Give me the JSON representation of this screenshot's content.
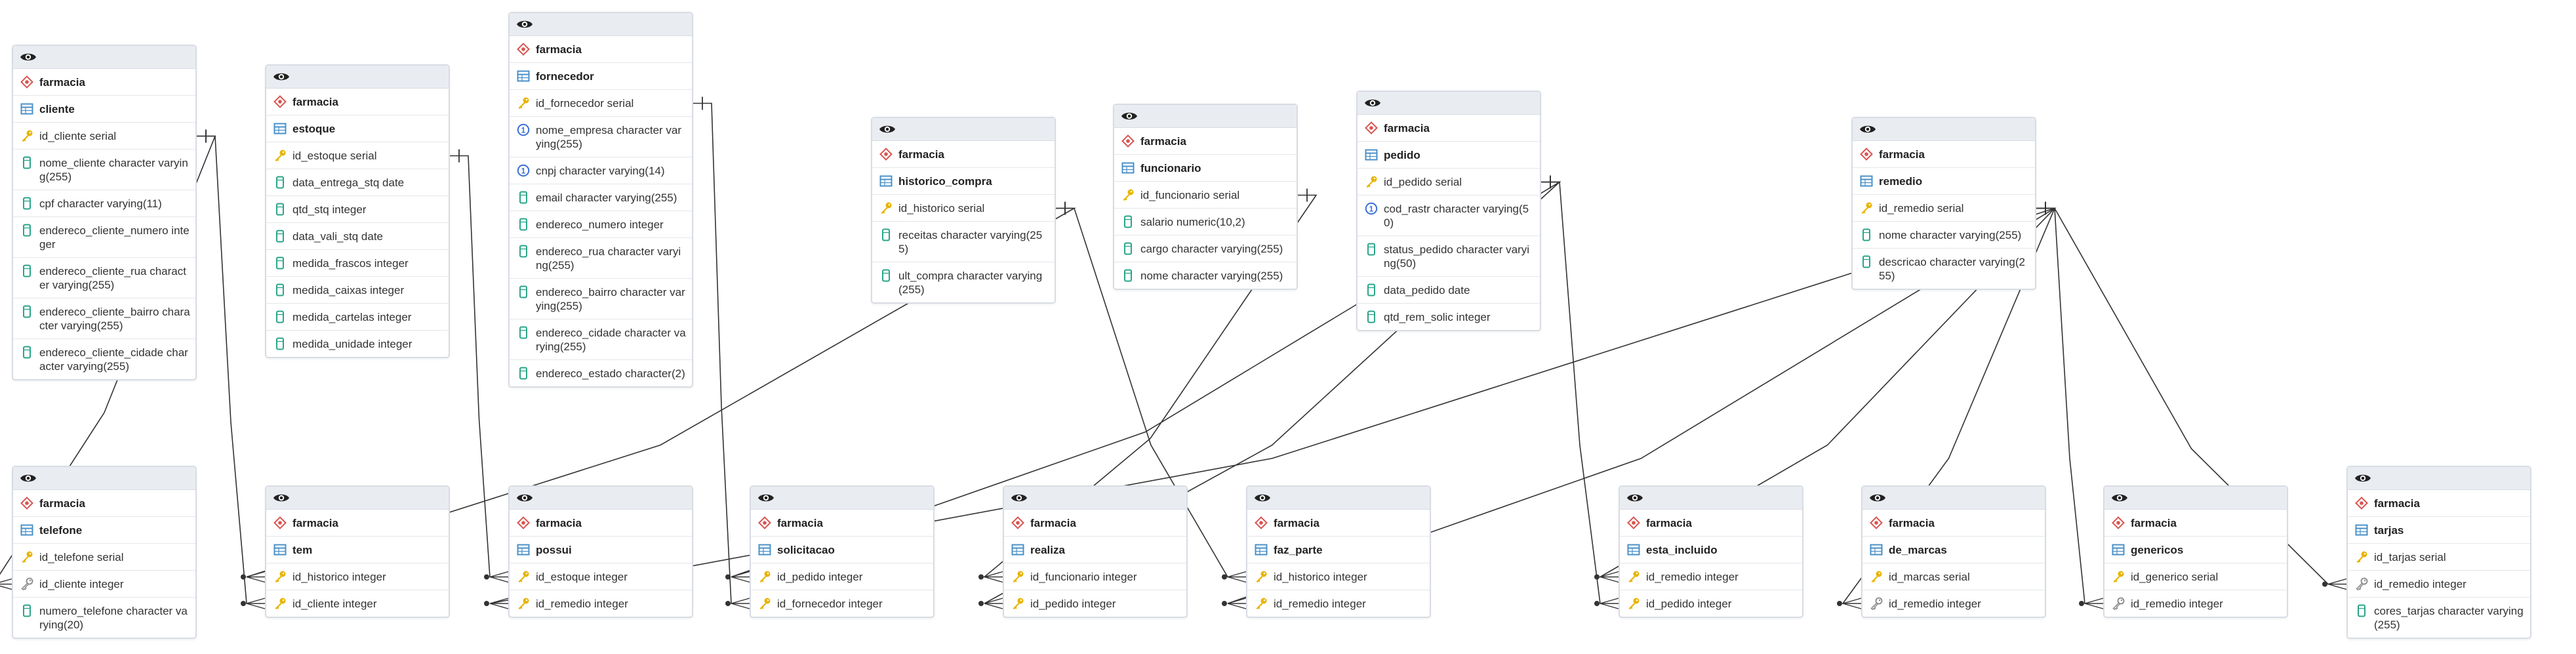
{
  "colors": {
    "schema_icon": "#d9534f",
    "table_icon": "#4a90c8",
    "pk_key": "#e8b400",
    "fk_key": "#888888",
    "column": "#2aa58a",
    "unique": "#3a6fd8",
    "edge": "#333333",
    "header_bg": "#e9ecf1"
  },
  "tables": [
    {
      "id": "cliente",
      "schema": "farmacia",
      "name": "cliente",
      "columns": [
        {
          "icon": "pk-key",
          "text": "id_cliente serial"
        },
        {
          "icon": "column",
          "text": "nome_cliente character varying(255)"
        },
        {
          "icon": "column",
          "text": "cpf character varying(11)"
        },
        {
          "icon": "column",
          "text": "endereco_cliente_numero integer"
        },
        {
          "icon": "column",
          "text": "endereco_cliente_rua character varying(255)"
        },
        {
          "icon": "column",
          "text": "endereco_cliente_bairro character varying(255)"
        },
        {
          "icon": "column",
          "text": "endereco_cliente_cidade character varying(255)"
        }
      ]
    },
    {
      "id": "estoque",
      "schema": "farmacia",
      "name": "estoque",
      "columns": [
        {
          "icon": "pk-key",
          "text": "id_estoque serial"
        },
        {
          "icon": "column",
          "text": "data_entrega_stq date"
        },
        {
          "icon": "column",
          "text": "qtd_stq integer"
        },
        {
          "icon": "column",
          "text": "data_vali_stq date"
        },
        {
          "icon": "column",
          "text": "medida_frascos integer"
        },
        {
          "icon": "column",
          "text": "medida_caixas integer"
        },
        {
          "icon": "column",
          "text": "medida_cartelas integer"
        },
        {
          "icon": "column",
          "text": "medida_unidade integer"
        }
      ]
    },
    {
      "id": "fornecedor",
      "schema": "farmacia",
      "name": "fornecedor",
      "columns": [
        {
          "icon": "pk-key",
          "text": "id_fornecedor serial"
        },
        {
          "icon": "unique",
          "text": "nome_empresa character varying(255)"
        },
        {
          "icon": "unique",
          "text": "cnpj character varying(14)"
        },
        {
          "icon": "column",
          "text": "email character varying(255)"
        },
        {
          "icon": "column",
          "text": "endereco_numero integer"
        },
        {
          "icon": "column",
          "text": "endereco_rua character varying(255)"
        },
        {
          "icon": "column",
          "text": "endereco_bairro character varying(255)"
        },
        {
          "icon": "column",
          "text": "endereco_cidade character varying(255)"
        },
        {
          "icon": "column",
          "text": "endereco_estado character(2)"
        }
      ]
    },
    {
      "id": "historico_compra",
      "schema": "farmacia",
      "name": "historico_compra",
      "columns": [
        {
          "icon": "pk-key",
          "text": "id_historico serial"
        },
        {
          "icon": "column",
          "text": "receitas character varying(255)"
        },
        {
          "icon": "column",
          "text": "ult_compra character varying(255)"
        }
      ]
    },
    {
      "id": "funcionario",
      "schema": "farmacia",
      "name": "funcionario",
      "columns": [
        {
          "icon": "pk-key",
          "text": "id_funcionario serial"
        },
        {
          "icon": "column",
          "text": "salario numeric(10,2)"
        },
        {
          "icon": "column",
          "text": "cargo character varying(255)"
        },
        {
          "icon": "column",
          "text": "nome character varying(255)"
        }
      ]
    },
    {
      "id": "pedido",
      "schema": "farmacia",
      "name": "pedido",
      "columns": [
        {
          "icon": "pk-key",
          "text": "id_pedido serial"
        },
        {
          "icon": "unique",
          "text": "cod_rastr character varying(50)"
        },
        {
          "icon": "column",
          "text": "status_pedido character varying(50)"
        },
        {
          "icon": "column",
          "text": "data_pedido date"
        },
        {
          "icon": "column",
          "text": "qtd_rem_solic integer"
        }
      ]
    },
    {
      "id": "remedio",
      "schema": "farmacia",
      "name": "remedio",
      "columns": [
        {
          "icon": "pk-key",
          "text": "id_remedio serial"
        },
        {
          "icon": "column",
          "text": "nome character varying(255)"
        },
        {
          "icon": "column",
          "text": "descricao character varying(255)"
        }
      ]
    },
    {
      "id": "telefone",
      "schema": "farmacia",
      "name": "telefone",
      "columns": [
        {
          "icon": "pk-key",
          "text": "id_telefone serial"
        },
        {
          "icon": "fk-key",
          "text": "id_cliente integer"
        },
        {
          "icon": "column",
          "text": "numero_telefone character varying(20)"
        }
      ]
    },
    {
      "id": "tem",
      "schema": "farmacia",
      "name": "tem",
      "columns": [
        {
          "icon": "pk-key",
          "text": "id_historico integer"
        },
        {
          "icon": "pk-key",
          "text": "id_cliente integer"
        }
      ]
    },
    {
      "id": "possui",
      "schema": "farmacia",
      "name": "possui",
      "columns": [
        {
          "icon": "pk-key",
          "text": "id_estoque integer"
        },
        {
          "icon": "pk-key",
          "text": "id_remedio integer"
        }
      ]
    },
    {
      "id": "solicitacao",
      "schema": "farmacia",
      "name": "solicitacao",
      "columns": [
        {
          "icon": "pk-key",
          "text": "id_pedido integer"
        },
        {
          "icon": "pk-key",
          "text": "id_fornecedor integer"
        }
      ]
    },
    {
      "id": "realiza",
      "schema": "farmacia",
      "name": "realiza",
      "columns": [
        {
          "icon": "pk-key",
          "text": "id_funcionario integer"
        },
        {
          "icon": "pk-key",
          "text": "id_pedido integer"
        }
      ]
    },
    {
      "id": "faz_parte",
      "schema": "farmacia",
      "name": "faz_parte",
      "columns": [
        {
          "icon": "pk-key",
          "text": "id_historico integer"
        },
        {
          "icon": "pk-key",
          "text": "id_remedio integer"
        }
      ]
    },
    {
      "id": "esta_incluido",
      "schema": "farmacia",
      "name": "esta_incluido",
      "columns": [
        {
          "icon": "pk-key",
          "text": "id_remedio integer"
        },
        {
          "icon": "pk-key",
          "text": "id_pedido integer"
        }
      ]
    },
    {
      "id": "de_marcas",
      "schema": "farmacia",
      "name": "de_marcas",
      "columns": [
        {
          "icon": "pk-key",
          "text": "id_marcas serial"
        },
        {
          "icon": "fk-key",
          "text": "id_remedio integer"
        }
      ]
    },
    {
      "id": "genericos",
      "schema": "farmacia",
      "name": "genericos",
      "columns": [
        {
          "icon": "pk-key",
          "text": "id_generico serial"
        },
        {
          "icon": "fk-key",
          "text": "id_remedio integer"
        }
      ]
    },
    {
      "id": "tarjas",
      "schema": "farmacia",
      "name": "tarjas",
      "columns": [
        {
          "icon": "pk-key",
          "text": "id_tarjas serial"
        },
        {
          "icon": "fk-key",
          "text": "id_remedio integer"
        },
        {
          "icon": "column",
          "text": "cores_tarjas character varying(255)"
        }
      ]
    }
  ],
  "relationships": [
    {
      "from": "cliente.id_cliente",
      "to": "telefone.id_cliente"
    },
    {
      "from": "cliente.id_cliente",
      "to": "tem.id_cliente"
    },
    {
      "from": "historico_compra.id_historico",
      "to": "tem.id_historico"
    },
    {
      "from": "estoque.id_estoque",
      "to": "possui.id_estoque"
    },
    {
      "from": "remedio.id_remedio",
      "to": "possui.id_remedio"
    },
    {
      "from": "pedido.id_pedido",
      "to": "solicitacao.id_pedido"
    },
    {
      "from": "fornecedor.id_fornecedor",
      "to": "solicitacao.id_fornecedor"
    },
    {
      "from": "funcionario.id_funcionario",
      "to": "realiza.id_funcionario"
    },
    {
      "from": "pedido.id_pedido",
      "to": "realiza.id_pedido"
    },
    {
      "from": "historico_compra.id_historico",
      "to": "faz_parte.id_historico"
    },
    {
      "from": "remedio.id_remedio",
      "to": "faz_parte.id_remedio"
    },
    {
      "from": "remedio.id_remedio",
      "to": "esta_incluido.id_remedio"
    },
    {
      "from": "pedido.id_pedido",
      "to": "esta_incluido.id_pedido"
    },
    {
      "from": "remedio.id_remedio",
      "to": "de_marcas.id_remedio"
    },
    {
      "from": "remedio.id_remedio",
      "to": "genericos.id_remedio"
    },
    {
      "from": "remedio.id_remedio",
      "to": "tarjas.id_remedio"
    }
  ]
}
